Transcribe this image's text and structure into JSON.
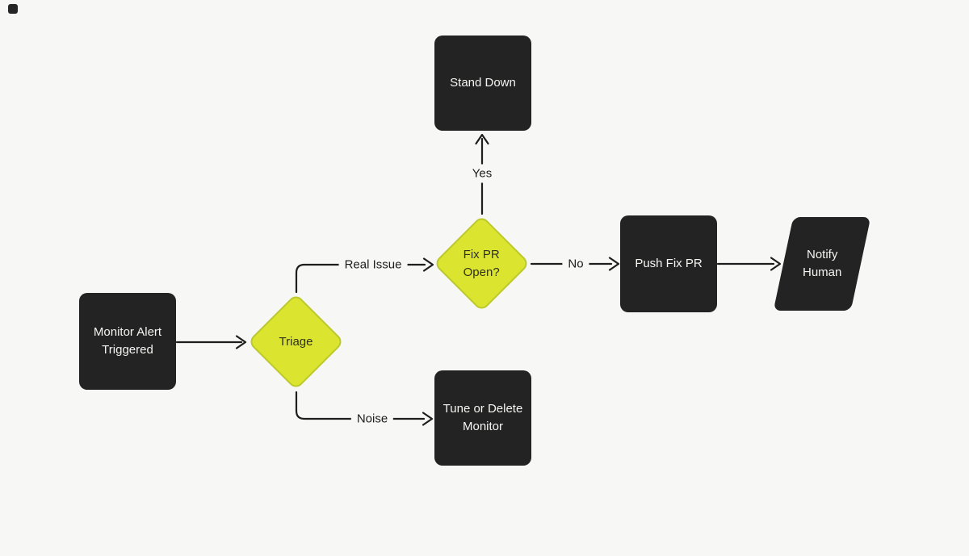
{
  "colors": {
    "background": "#f7f7f5",
    "node_fill": "#232323",
    "node_text": "#f4f4f2",
    "decision_fill": "#dbe52f",
    "decision_border": "#bcc92c",
    "decision_text": "#30301e",
    "connector": "#1e1e1e"
  },
  "nodes": {
    "monitor_alert": {
      "line1": "Monitor Alert",
      "line2": "Triggered"
    },
    "triage": {
      "line1": "Triage"
    },
    "fix_pr_open": {
      "line1": "Fix PR",
      "line2": "Open?"
    },
    "stand_down": {
      "line1": "Stand Down"
    },
    "push_fix_pr": {
      "line1": "Push Fix PR"
    },
    "notify_human": {
      "line1": "Notify",
      "line2": "Human"
    },
    "tune_monitor": {
      "line1": "Tune or Delete",
      "line2": "Monitor"
    }
  },
  "edges": [
    {
      "from": "monitor-alert-triggered",
      "to": "triage",
      "label": ""
    },
    {
      "from": "triage",
      "to": "fix-pr-open",
      "label": "Real Issue"
    },
    {
      "from": "triage",
      "to": "tune-or-delete-monitor",
      "label": "Noise"
    },
    {
      "from": "fix-pr-open",
      "to": "stand-down",
      "label": "Yes"
    },
    {
      "from": "fix-pr-open",
      "to": "push-fix-pr",
      "label": "No"
    },
    {
      "from": "push-fix-pr",
      "to": "notify-human",
      "label": ""
    }
  ]
}
